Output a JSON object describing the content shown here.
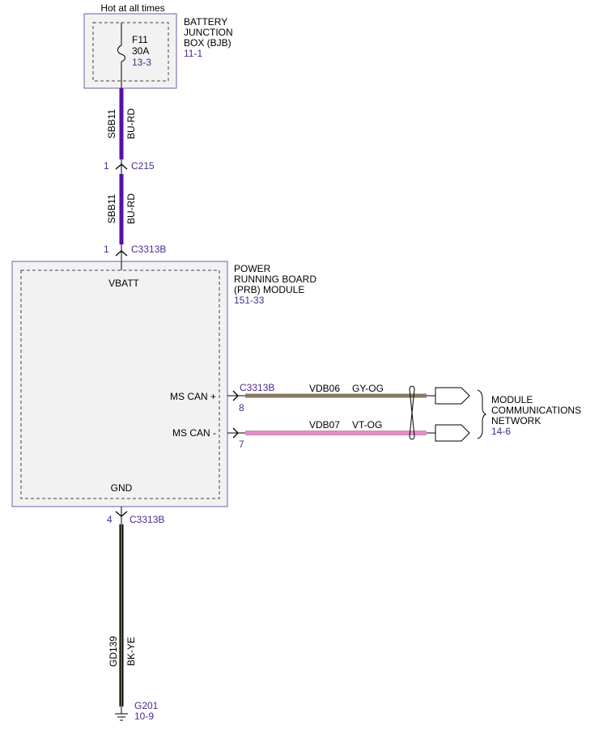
{
  "power_source": {
    "label": "Hot at all times"
  },
  "bjb": {
    "name_line1": "BATTERY",
    "name_line2": "JUNCTION",
    "name_line3": "BOX (BJB)",
    "page_ref": "11-1",
    "fuse": {
      "id": "F11",
      "rating": "30A",
      "ref": "13-3"
    }
  },
  "wires": {
    "upper_circuit": "SBB11",
    "upper_color": "BU-RD",
    "middle_circuit": "SBB11",
    "middle_color": "BU-RD",
    "ground_circuit": "GD139",
    "ground_color": "BK-YE",
    "can_plus_circuit": "VDB06",
    "can_plus_color": "GY-OG",
    "can_minus_circuit": "VDB07",
    "can_minus_color": "VT-OG"
  },
  "connectors": {
    "c215": {
      "name": "C215",
      "pin": "1"
    },
    "c3313b_top": {
      "name": "C3313B",
      "pin": "1"
    },
    "c3313b_can": {
      "name": "C3313B",
      "pin_plus": "8",
      "pin_minus": "7"
    },
    "c3313b_gnd": {
      "name": "C3313B",
      "pin": "4"
    }
  },
  "module": {
    "name_line1": "POWER",
    "name_line2": "RUNNING BOARD",
    "name_line3": "(PRB) MODULE",
    "page_ref": "151-33",
    "pins": {
      "vbatt": "VBATT",
      "can_plus": "MS CAN +",
      "can_minus": "MS CAN -",
      "gnd": "GND"
    }
  },
  "network": {
    "line1": "MODULE",
    "line2": "COMMUNICATIONS",
    "line3": "NETWORK",
    "page_ref": "14-6"
  },
  "ground": {
    "name": "G201",
    "page_ref": "10-9"
  },
  "colors": {
    "wire_bu_rd": "#5a0fa8",
    "wire_bk_ye": "#000000",
    "wire_gy_og": "#8a7a62",
    "wire_vt_og": "#e58cc8",
    "ref_text": "#4b2a8c",
    "component_border": "#8b74b8",
    "component_fill": "#f2f2f2"
  }
}
